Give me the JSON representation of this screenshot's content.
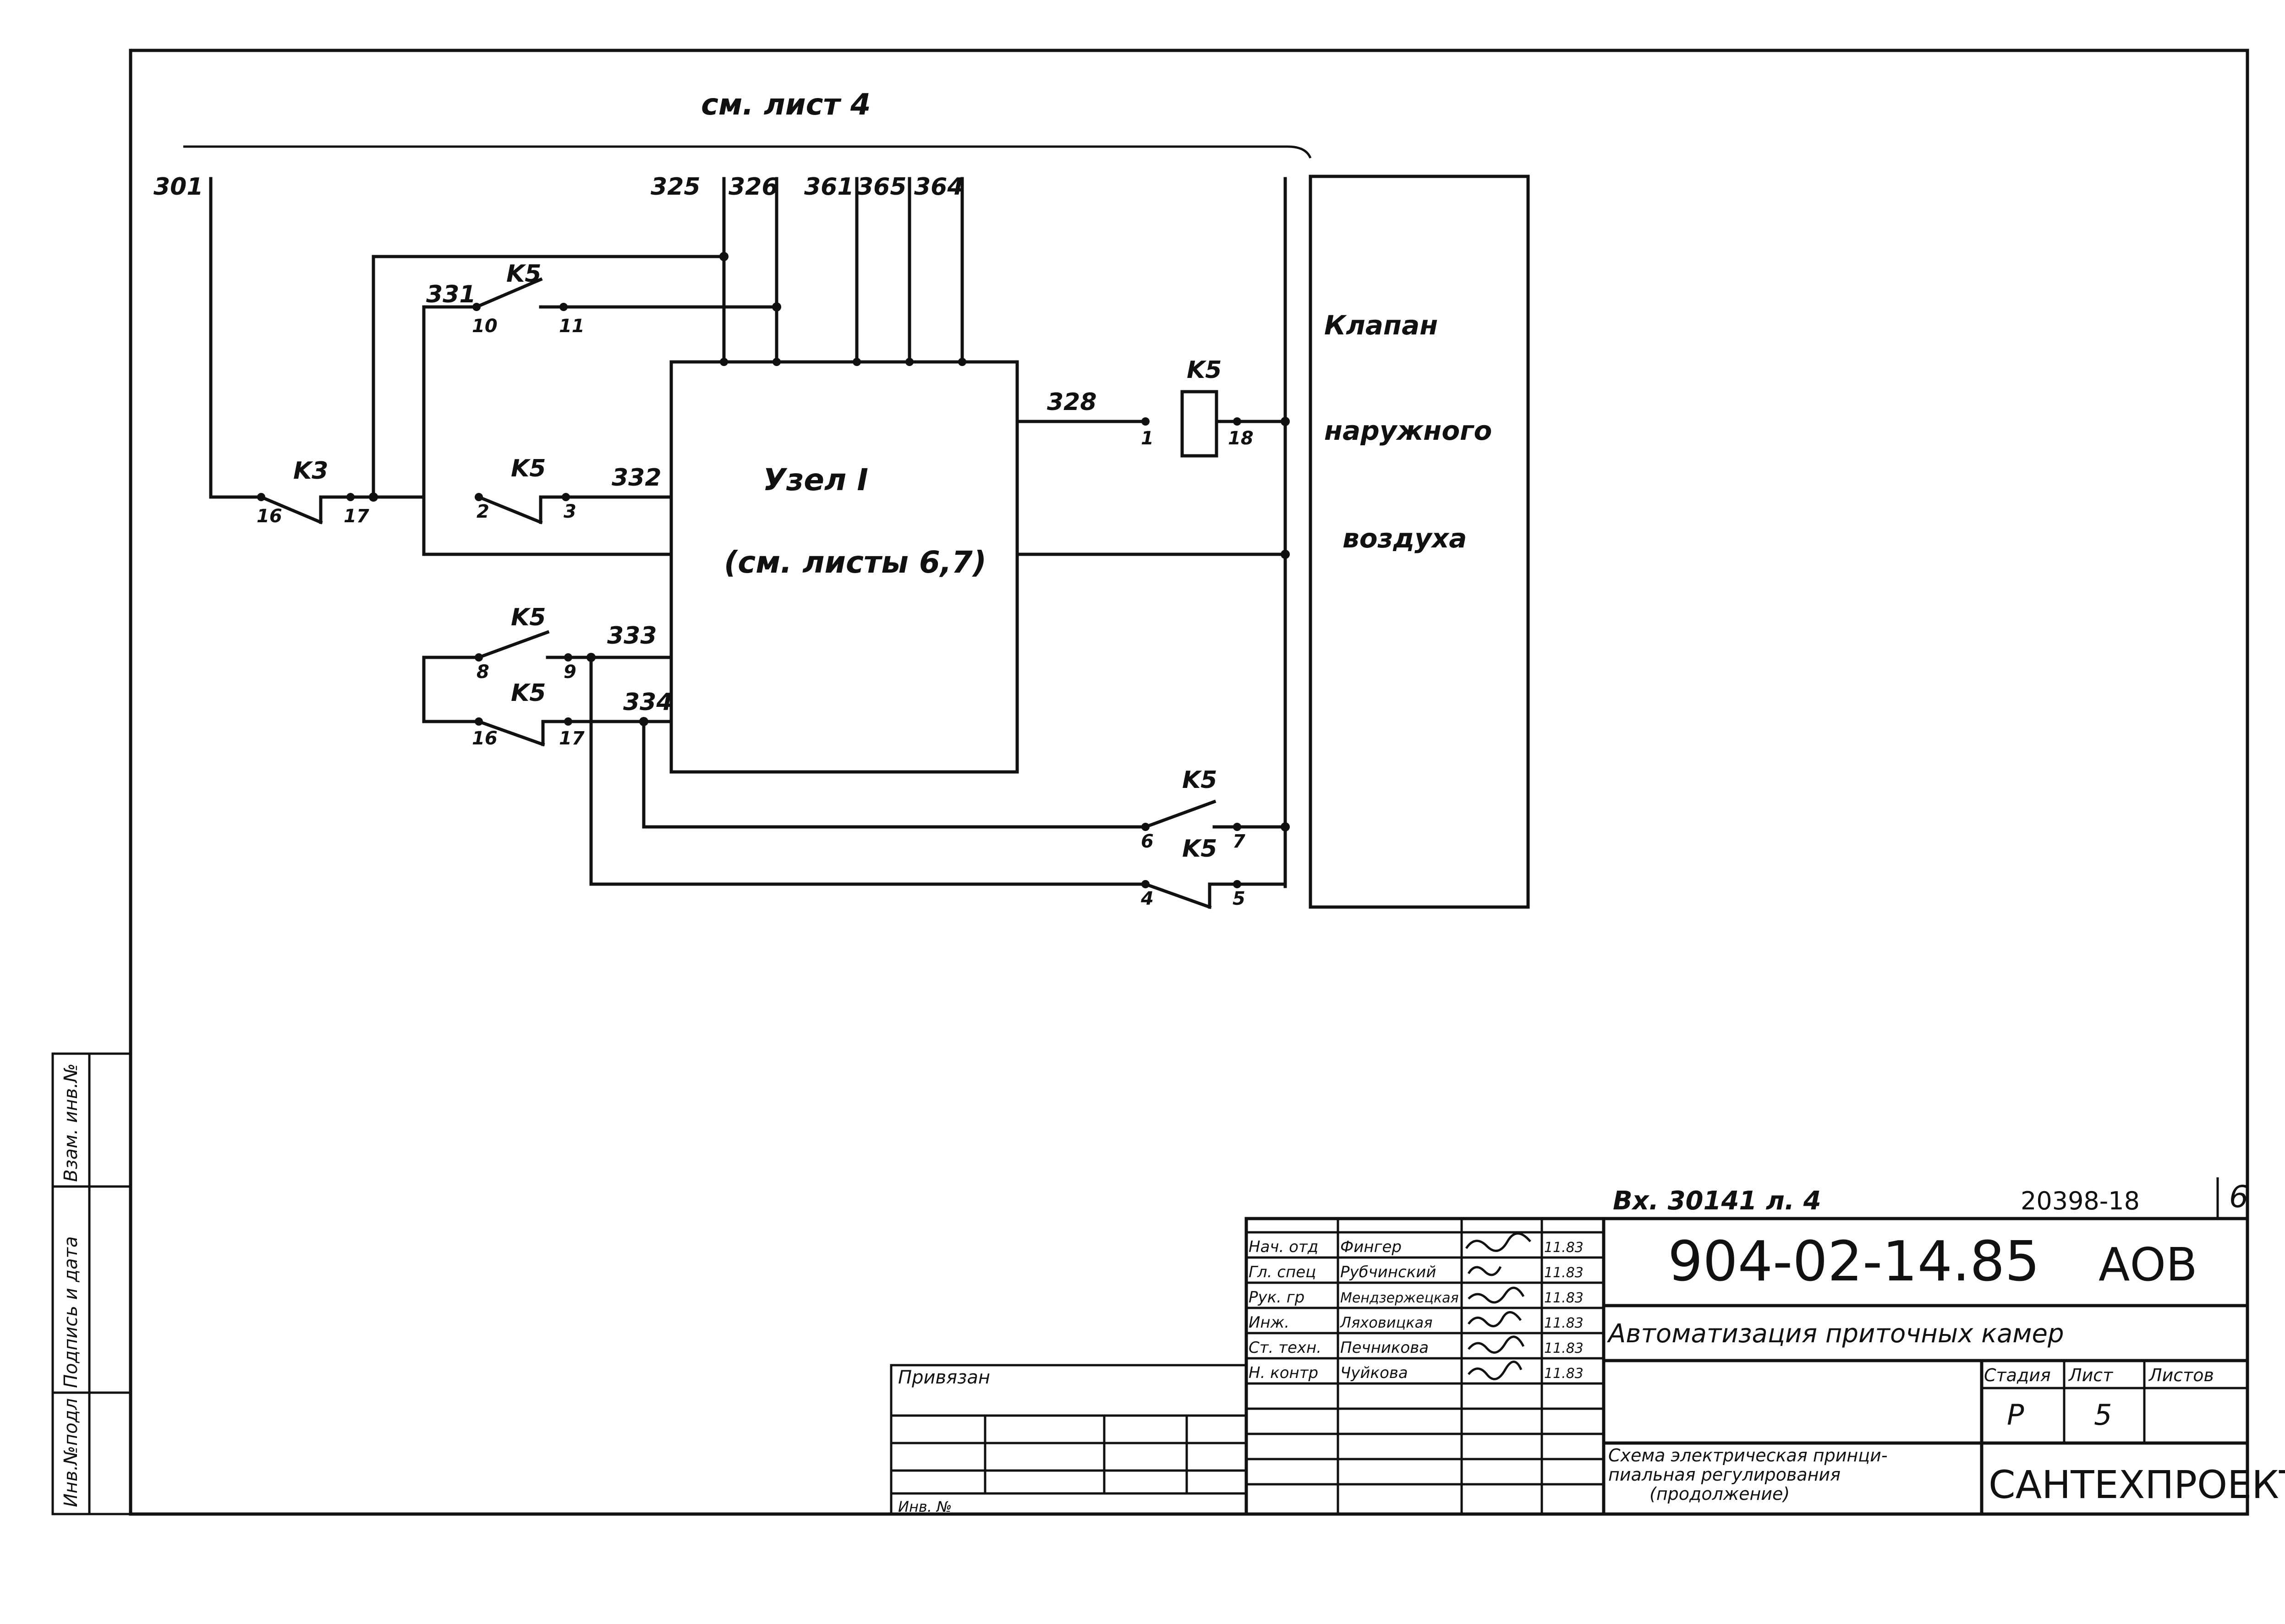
{
  "header": {
    "see_sheet": "см. лист 4"
  },
  "wires": {
    "w301": "301",
    "w325": "325",
    "w326": "326",
    "w361": "361",
    "w365": "365",
    "w364": "364",
    "w331": "331",
    "w332": "332",
    "w333": "333",
    "w334": "334",
    "w328": "328"
  },
  "relays": {
    "k3": "K3",
    "k5_top": "K5",
    "k5_mid": "K5",
    "k5_a": "K5",
    "k5_b": "K5",
    "k5_coil": "K5",
    "k5_br1": "K5",
    "k5_br2": "K5"
  },
  "pins": {
    "p10": "10",
    "p11": "11",
    "p16a": "16",
    "p17a": "17",
    "p2": "2",
    "p3": "3",
    "p8": "8",
    "p9": "9",
    "p16b": "16",
    "p17b": "17",
    "p1": "1",
    "p18": "18",
    "p6": "6",
    "p7": "7",
    "p4": "4",
    "p5": "5"
  },
  "node": {
    "title": "Узел I",
    "ref": "(см. листы 6,7)"
  },
  "valve": {
    "line1": "Клапан",
    "line2": "наружного",
    "line3": "воздуха"
  },
  "side_stamp": [
    "Инв.№подл",
    "Подпись и дата",
    "Взам. инв.№"
  ],
  "title_block": {
    "ref_note": "Вх. 30141 л. 4",
    "archive_no": "20398-18",
    "sheet_corner": "6",
    "doc_code": "904-02-14.85",
    "doc_suffix": "АОВ",
    "project": "Автоматизация приточных камер",
    "drawing_title": [
      "Схема электрическая принци-",
      "пиальная регулирования",
      "(продолжение)"
    ],
    "org": "САНТЕХПРОЕКТ",
    "stage_head": "Стадия",
    "sheet_head": "Лист",
    "sheets_head": "Листов",
    "stage": "Р",
    "sheet": "5",
    "sheets": "",
    "bound": "Привязан",
    "inv": "Инв. №",
    "staff": [
      {
        "role": "Нач. отд",
        "name": "Фингер",
        "date": "11.83"
      },
      {
        "role": "Гл. спец",
        "name": "Рубчинский",
        "date": "11.83"
      },
      {
        "role": "Рук. гр",
        "name": "Мендзержецкая",
        "date": "11.83"
      },
      {
        "role": "Инж.",
        "name": "Ляховицкая",
        "date": "11.83"
      },
      {
        "role": "Ст. техн.",
        "name": "Печникова",
        "date": "11.83"
      },
      {
        "role": "Н. контр",
        "name": "Чуйкова",
        "date": "11.83"
      }
    ]
  }
}
